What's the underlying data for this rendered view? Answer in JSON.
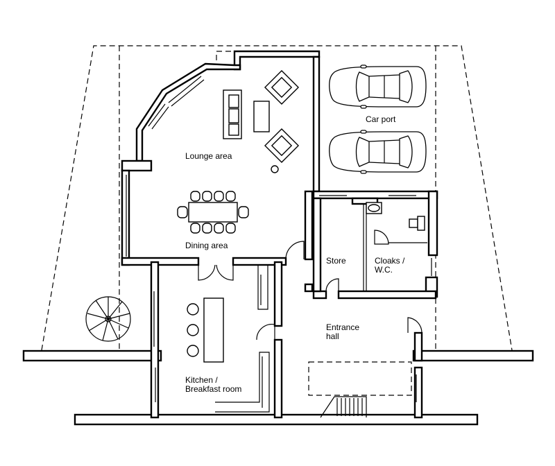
{
  "rooms": {
    "lounge": "Lounge area",
    "dining": "Dining area",
    "carport": "Car port",
    "store": "Store",
    "cloaks_line1": "Cloaks /",
    "cloaks_line2": "W.C.",
    "entrance_line1": "Entrance",
    "entrance_line2": "hall",
    "kitchen_line1": "Kitchen /",
    "kitchen_line2": "Breakfast room"
  },
  "colors": {
    "line": "#000000",
    "background": "#ffffff"
  }
}
